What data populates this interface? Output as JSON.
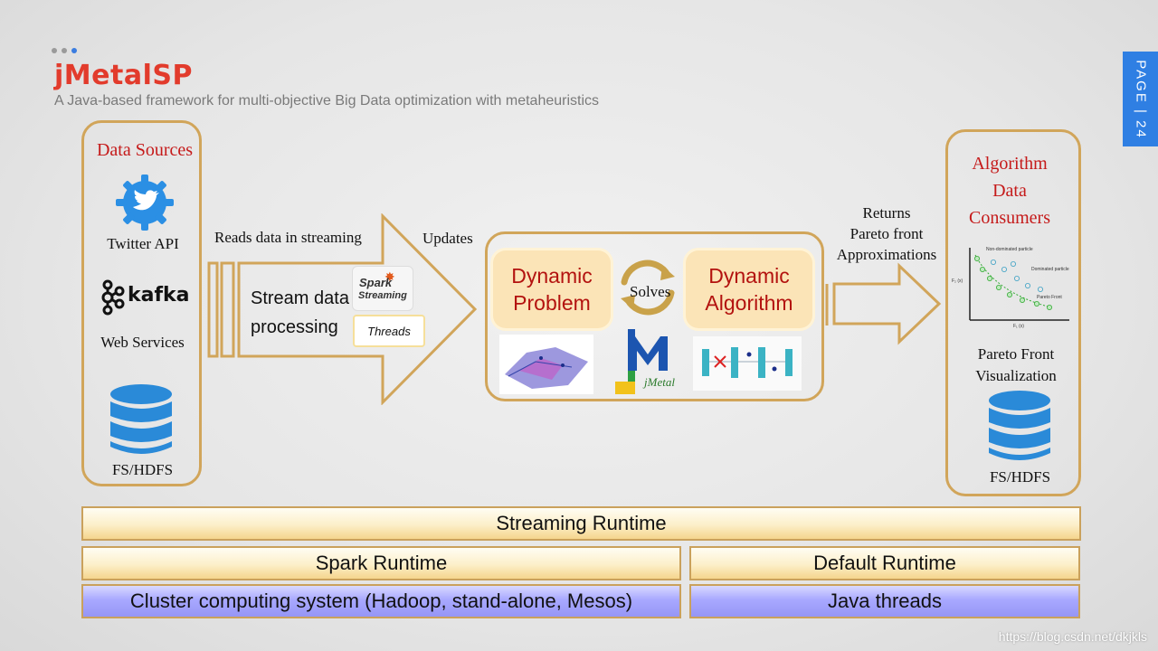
{
  "header": {
    "logo": "jMetalSP",
    "subtitle": "A Java-based framework for multi-objective Big Data optimization with metaheuristics",
    "page_tab": "PAGE | 24"
  },
  "left_panel": {
    "title": "Data Sources",
    "twitter_label": "Twitter API",
    "kafka_label": "kafka",
    "web_label": "Web Services",
    "fs_label": "FS/HDFS"
  },
  "arrow1": {
    "top_label": "Reads data in streaming",
    "body_line1": "Stream data",
    "body_line2": "processing",
    "spark_logo_line1": "Spark",
    "spark_logo_line2": "Streaming",
    "threads_label": "Threads"
  },
  "updates_label": "Updates",
  "center_panel": {
    "problem_line1": "Dynamic",
    "problem_line2": "Problem",
    "solves_label": "Solves",
    "algorithm_line1": "Dynamic",
    "algorithm_line2": "Algorithm",
    "jmetal_text": "jMetal"
  },
  "arrow2": {
    "label_line1": "Returns",
    "label_line2": "Pareto front",
    "label_line3": "Approximations"
  },
  "right_panel": {
    "title_line1": "Algorithm",
    "title_line2": "Data",
    "title_line3": "Consumers",
    "viz_line1": "Pareto Front",
    "viz_line2": "Visualization",
    "fs_label": "FS/HDFS",
    "plot_text1": "Non-dominated particle",
    "plot_text2": "Dominated particle",
    "plot_text3": "Pareto Front",
    "plot_xlabel": "F₁ (x)",
    "plot_ylabel": "F₂ (x)"
  },
  "runtime": {
    "streaming": "Streaming Runtime",
    "spark": "Spark Runtime",
    "default": "Default Runtime",
    "cluster": "Cluster computing system (Hadoop, stand-alone, Mesos)",
    "threads": "Java threads"
  },
  "watermark": "https://blog.csdn.net/dkjkls",
  "colors": {
    "accent_red": "#c51a1a",
    "panel_border": "#d1a55a",
    "page_tab_blue": "#2f7fe3"
  }
}
